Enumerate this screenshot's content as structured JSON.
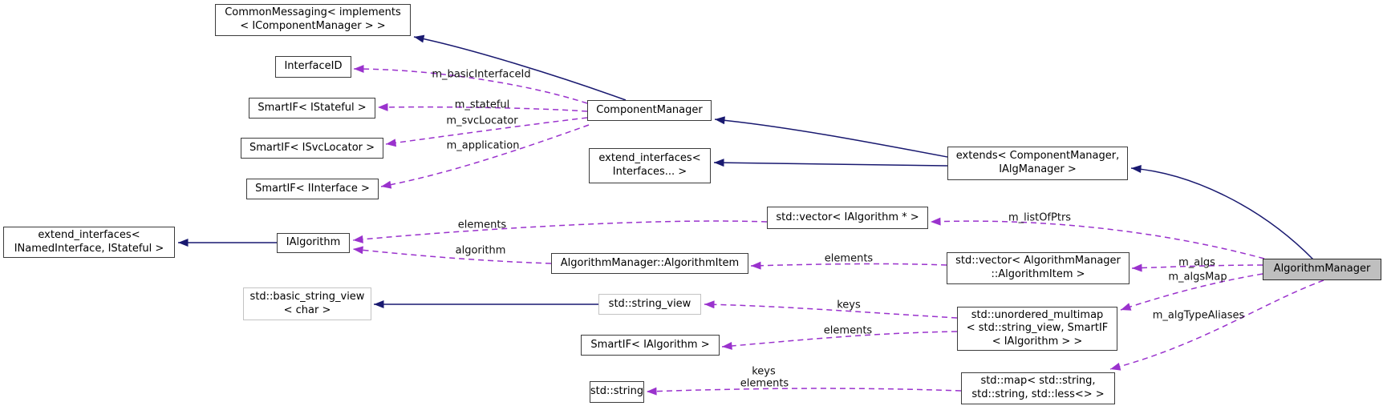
{
  "colors": {
    "inheritance_edge": "#191970",
    "usage_edge": "#9a32cd",
    "highlight_node_fill": "#bfbfbf",
    "node_border": "#3c3c3c",
    "external_node_border": "#c3c3c3"
  },
  "nodes": {
    "common_messaging": {
      "label": "CommonMessaging< implements\n< IComponentManager > >"
    },
    "interface_id": {
      "label": "InterfaceID"
    },
    "smartif_istateful": {
      "label": "SmartIF< IStateful >"
    },
    "smartif_isvclocator": {
      "label": "SmartIF< ISvcLocator >"
    },
    "smartif_iinterface": {
      "label": "SmartIF< IInterface >"
    },
    "component_manager": {
      "label": "ComponentManager"
    },
    "extend_interfaces_pack": {
      "label": "extend_interfaces<\nInterfaces... >"
    },
    "extends_cm_algmgr": {
      "label": "extends< ComponentManager,\nIAlgManager >"
    },
    "vector_ialgorithm_ptr": {
      "label": "std::vector< IAlgorithm * >"
    },
    "extend_interfaces_named": {
      "label": "extend_interfaces<\nINamedInterface, IStateful >"
    },
    "ialgorithm": {
      "label": "IAlgorithm"
    },
    "algorithm_item": {
      "label": "AlgorithmManager::AlgorithmItem"
    },
    "vector_algorithm_item": {
      "label": "std::vector< AlgorithmManager\n::AlgorithmItem >"
    },
    "basic_string_view": {
      "label": "std::basic_string_view\n< char >"
    },
    "string_view": {
      "label": "std::string_view"
    },
    "unordered_multimap": {
      "label": "std::unordered_multimap\n< std::string_view, SmartIF\n< IAlgorithm > >"
    },
    "smartif_ialgorithm": {
      "label": "SmartIF< IAlgorithm >"
    },
    "std_string": {
      "label": "std::string"
    },
    "std_map": {
      "label": "std::map< std::string,\nstd::string, std::less<> >"
    },
    "algorithm_manager": {
      "label": "AlgorithmManager"
    }
  },
  "edge_labels": {
    "m_basicInterfaceId": "m_basicInterfaceId",
    "m_stateful": "m_stateful",
    "m_svcLocator": "m_svcLocator",
    "m_application": "m_application",
    "m_listOfPtrs": "m_listOfPtrs",
    "elements_list_of_ptrs": "elements",
    "algorithm": "algorithm",
    "elements_alg_items": "elements",
    "m_algs": "m_algs",
    "m_algsMap": "m_algsMap",
    "keys_alg_map": "keys",
    "elements_alg_map": "elements",
    "m_algTypeAliases": "m_algTypeAliases",
    "keys_type_aliases": "keys",
    "elements_type_aliases": "elements"
  }
}
